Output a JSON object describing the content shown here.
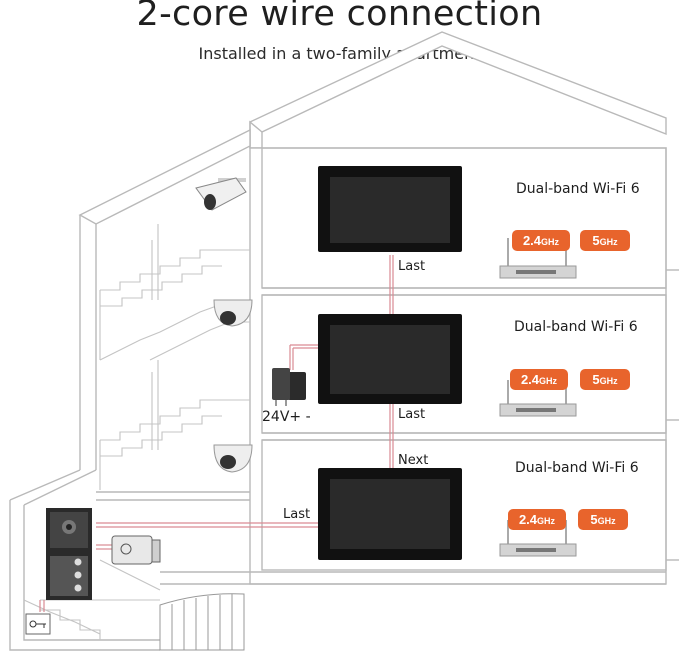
{
  "header": {
    "title": "2-core wire connection",
    "subtitle": "Installed in a two-family apartment"
  },
  "colors": {
    "badge_accent": "#e8642c",
    "wire": "#d98a93",
    "house_line": "#b9b9b9",
    "monitor": "#111111"
  },
  "floors": [
    {
      "wifi_label": "Dual-band Wi-Fi 6",
      "band_a": "2.4",
      "band_a_unit": "GHz",
      "band_b": "5",
      "band_b_unit": "GHz",
      "monitor_tag": "Last"
    },
    {
      "wifi_label": "Dual-band Wi-Fi 6",
      "band_a": "2.4",
      "band_a_unit": "GHz",
      "band_b": "5",
      "band_b_unit": "GHz",
      "monitor_tag": "Last"
    },
    {
      "wifi_label": "Dual-band Wi-Fi 6",
      "band_a": "2.4",
      "band_a_unit": "GHz",
      "band_b": "5",
      "band_b_unit": "GHz",
      "monitor_tag_above": "Next",
      "monitor_tag_left": "Last"
    }
  ],
  "power_supply": {
    "label": "24V+ -"
  },
  "icons": [
    "bullet-camera-icon",
    "dome-camera-icon",
    "dome-camera-icon",
    "wifi-router-icon",
    "indoor-monitor-icon",
    "power-adapter-icon",
    "door-station-icon",
    "electric-lock-icon",
    "gate-icon",
    "key-icon"
  ]
}
